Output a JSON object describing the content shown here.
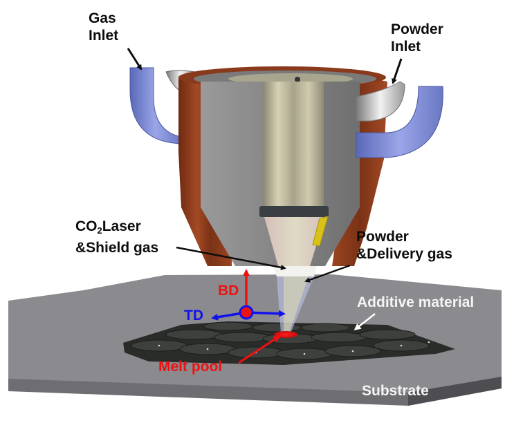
{
  "figure": {
    "title": "Directed energy deposition nozzle schematic",
    "labels": {
      "gas_inlet": [
        "Gas",
        "Inlet"
      ],
      "powder_inlet": [
        "Powder",
        "Inlet"
      ],
      "laser_shield": {
        "line1_prefix": "CO",
        "line1_sub": "2",
        "line1_suffix": "Laser",
        "line2": "&Shield gas"
      },
      "powder_delivery": [
        "Powder",
        "&Delivery gas"
      ],
      "additive_material": "Additive material",
      "melt_pool": "Melt pool",
      "substrate": "Substrate",
      "axis_bd": "BD",
      "axis_td": "TD"
    },
    "colors": {
      "nozzle_copper": "#8a3a1c",
      "gas_tube": "#7f8fd6",
      "powder_tube": "#c9c9c9",
      "substrate": "#8b8b8f",
      "deposit": "#2e302e",
      "melt_pool": "#e01010",
      "axis_bd": "#ee1111",
      "axis_td": "#1111ee",
      "powder_feed": "#d8c21a"
    }
  }
}
